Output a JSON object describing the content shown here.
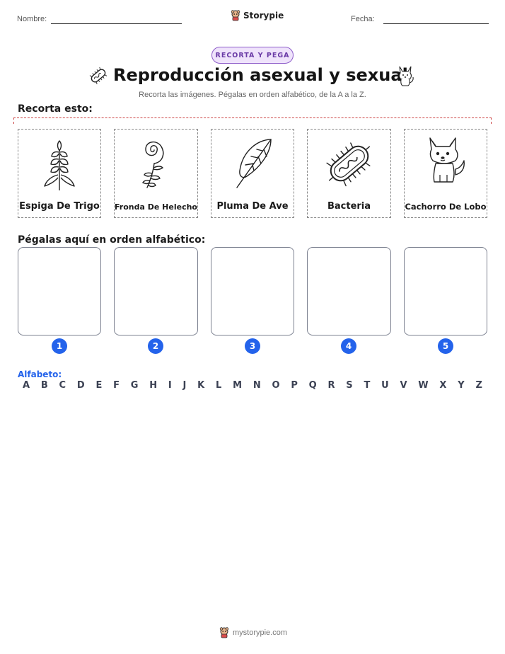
{
  "header": {
    "name_label": "Nombre:",
    "date_label": "Fecha:",
    "brand": "Storypie"
  },
  "badge": "RECORTA Y PEGA",
  "title": "Reproducción asexual y sexual",
  "subtitle": "Recorta las imágenes. Pégalas en orden alfabético, de la A a la Z.",
  "cut_section": {
    "label": "Recorta esto:",
    "cards": [
      {
        "label": "Espiga De Trigo",
        "icon": "wheat-icon"
      },
      {
        "label": "Fronda De Helecho",
        "icon": "fern-icon"
      },
      {
        "label": "Pluma De Ave",
        "icon": "feather-icon"
      },
      {
        "label": "Bacteria",
        "icon": "bacteria-icon"
      },
      {
        "label": "Cachorro De Lobo",
        "icon": "wolf-pup-icon"
      }
    ]
  },
  "paste_section": {
    "label": "Pégalas aquí en orden alfabético:",
    "numbers": [
      "1",
      "2",
      "3",
      "4",
      "5"
    ]
  },
  "alphabet": {
    "label": "Alfabeto:",
    "letters": [
      "A",
      "B",
      "C",
      "D",
      "E",
      "F",
      "G",
      "H",
      "I",
      "J",
      "K",
      "L",
      "M",
      "N",
      "O",
      "P",
      "Q",
      "R",
      "S",
      "T",
      "U",
      "V",
      "W",
      "X",
      "Y",
      "Z"
    ]
  },
  "footer": {
    "url": "mystorypie.com"
  },
  "colors": {
    "accent_blue": "#2463eb",
    "badge_purple": "#8d5cc9",
    "cut_red": "#cc4444"
  }
}
